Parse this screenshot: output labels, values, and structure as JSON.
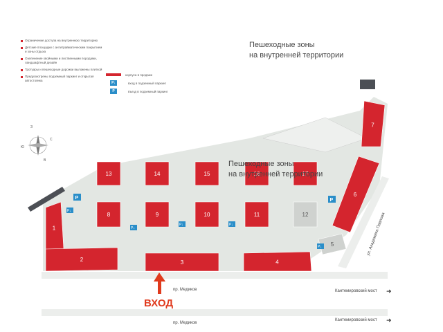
{
  "legend": {
    "items": [
      {
        "text": "Ограничение доступа на внутреннюю территорию"
      },
      {
        "text": "Детские площадки с антитравматическим покрытием и зоны отдыха"
      },
      {
        "text": "Озеленение хвойными и лиственными породами, ландшафтный дизайн"
      },
      {
        "text": "Тротуары и пешеходные дорожки выложены плиткой"
      },
      {
        "text": "Предусмотрены подземный паркинг и открытая автостоянка"
      }
    ],
    "key_buildings": "корпуса в продаже",
    "key_entry_badge": "P↓",
    "key_entry": "вход в подземный паркинг",
    "key_exit_badge": "P",
    "key_exit": "въезд в подземный паркинг"
  },
  "title_top": {
    "line1": "Пешеходные зоны",
    "line2": "на внутренней территории"
  },
  "title_mid": {
    "line1": "Пешеходные зоны",
    "line2": "на внутренней территории"
  },
  "compass": {
    "n": "З",
    "e": "С",
    "s": "В",
    "w": "Ю"
  },
  "parking_badge": "P",
  "entry_badge": "P↓",
  "buildings": [
    {
      "label": "1",
      "on_sale": true
    },
    {
      "label": "2",
      "on_sale": true
    },
    {
      "label": "3",
      "on_sale": true
    },
    {
      "label": "4",
      "on_sale": true
    },
    {
      "label": "5",
      "on_sale": false
    },
    {
      "label": "6",
      "on_sale": true
    },
    {
      "label": "7",
      "on_sale": true
    },
    {
      "label": "8",
      "on_sale": true
    },
    {
      "label": "9",
      "on_sale": true
    },
    {
      "label": "10",
      "on_sale": true
    },
    {
      "label": "11",
      "on_sale": true
    },
    {
      "label": "12",
      "on_sale": false
    },
    {
      "label": "13",
      "on_sale": true
    },
    {
      "label": "14",
      "on_sale": true
    },
    {
      "label": "15",
      "on_sale": true
    },
    {
      "label": "16",
      "on_sale": true
    },
    {
      "label": "17",
      "on_sale": true
    }
  ],
  "streets": {
    "medikov_1": "пр. Медиков",
    "medikov_2": "пр. Медиков",
    "pavlova": "ул. Академика Павлова",
    "bridge_1": "Кантемировский мост",
    "bridge_2": "Кантемировский мост"
  },
  "entrance_label": "ВХОД",
  "colors": {
    "building": "#d4252e",
    "badge": "#2a8ec9",
    "entrance": "#e03a1d",
    "ground": "#e3e7e3"
  }
}
